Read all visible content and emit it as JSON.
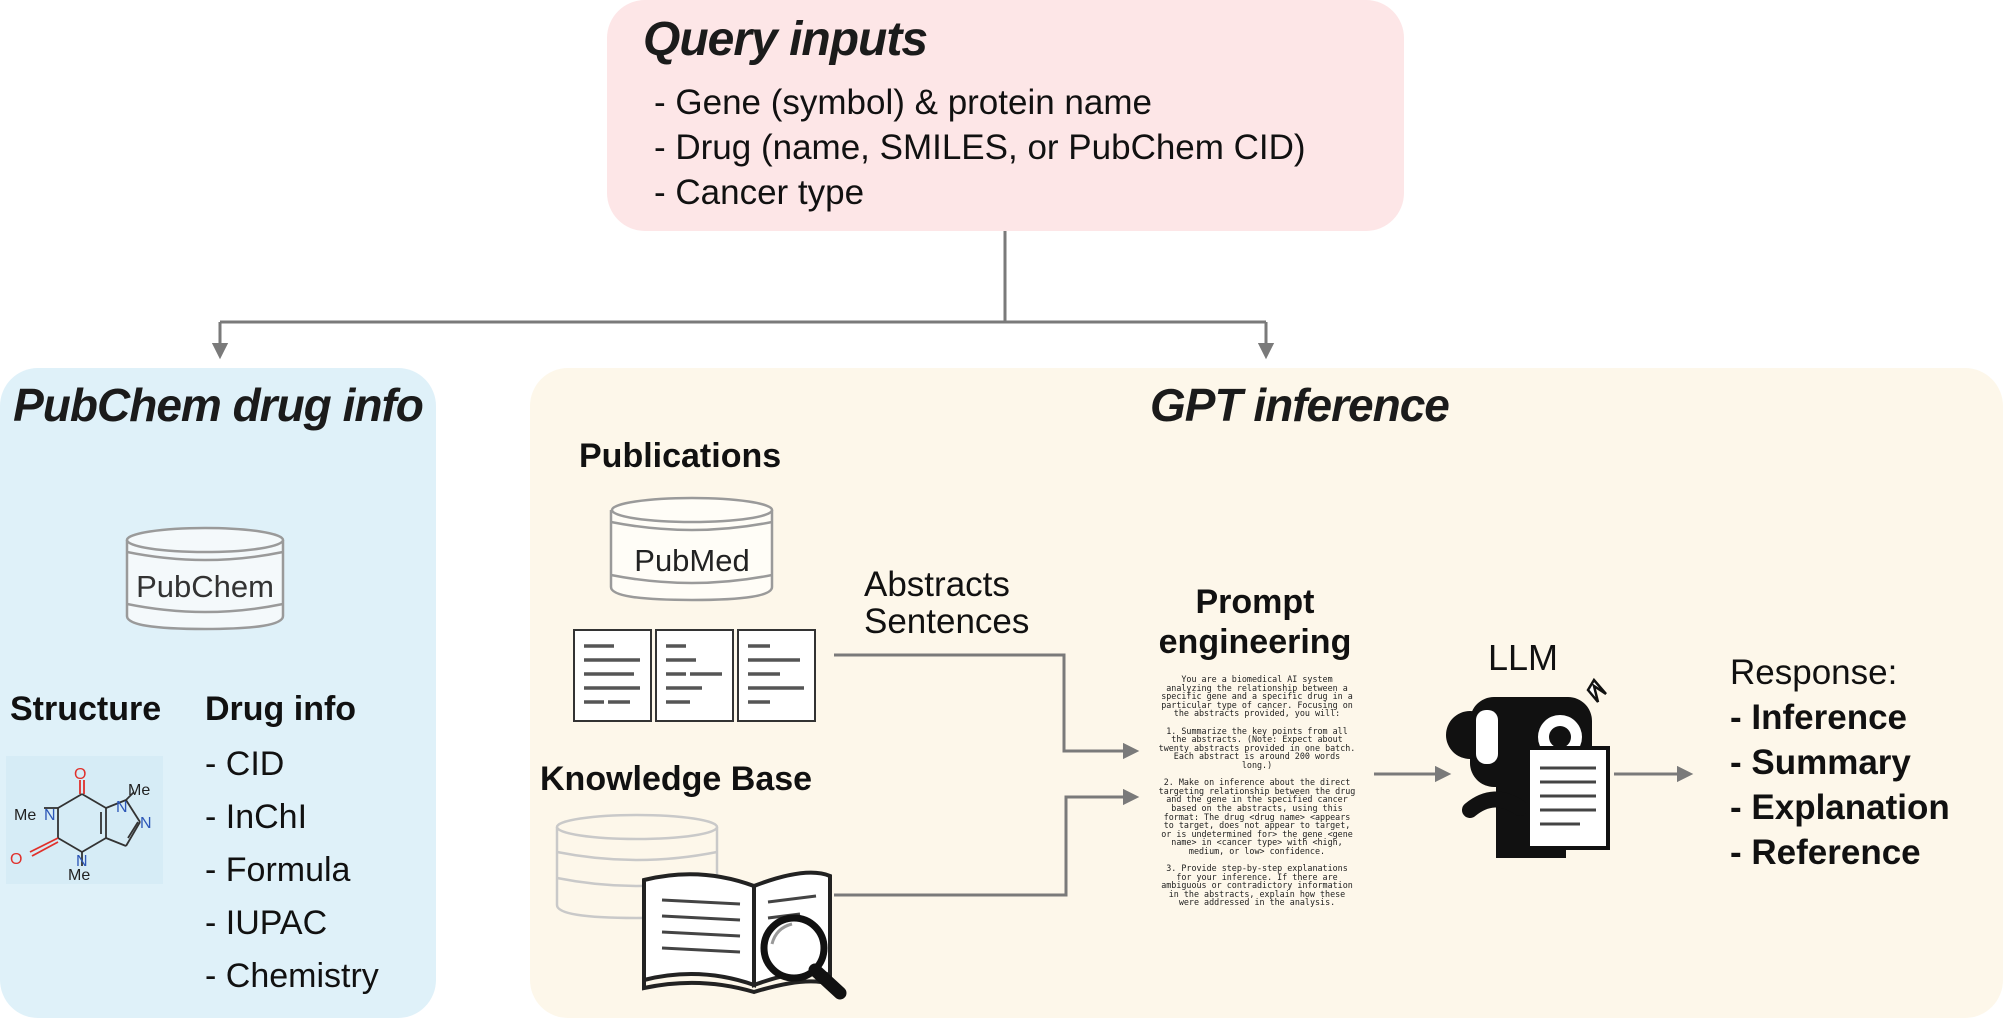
{
  "query_inputs": {
    "title": "Query inputs",
    "items": [
      "- Gene (symbol) & protein name",
      "- Drug (name, SMILES, or PubChem CID)",
      "- Cancer type"
    ]
  },
  "pubchem_section": {
    "title": "PubChem drug info",
    "database_label": "PubChem",
    "structure_heading": "Structure",
    "drug_info_heading": "Drug info",
    "drug_info_items": [
      "- CID",
      "- InChI",
      "- Formula",
      "- IUPAC",
      "- Chemistry"
    ],
    "structure_atoms": {
      "o_top": "O",
      "o_left": "O",
      "me_top_right": "Me",
      "n_top_right": "N",
      "me_left": "Me",
      "n_left": "N",
      "n_bottom": "N",
      "me_bottom": "Me",
      "n_right": "N"
    }
  },
  "gpt_section": {
    "title": "GPT inference",
    "publications_heading": "Publications",
    "pubmed_label": "PubMed",
    "knowledge_heading": "Knowledge Base",
    "edge_label_line1": "Abstracts",
    "edge_label_line2": "Sentences",
    "prompt_heading_line1": "Prompt",
    "prompt_heading_line2": "engineering",
    "prompt_text": "You are a biomedical AI system\nanalyzing the relationship between a\nspecific gene and a specific drug in a\nparticular type of cancer. Focusing on\nthe abstracts provided, you will:\n\n1. Summarize the key points from all\nthe abstracts. (Note: Expect about\ntwenty abstracts provided in one batch.\nEach abstract is around 200 words\nlong.)\n\n2. Make on inference about the direct\ntargeting relationship between the drug\nand the gene in the specified cancer\nbased on the abstracts, using this\nformat: The drug <drug name> <appears\nto target, does not appear to target,\nor is undetermined for> the gene <gene\nname> in <cancer type> with <high,\nmedium, or low> confidence.\n\n3. Provide step-by-step explanations\nfor your inference. If there are\nambiguous or contradictory information\nin the abstracts, explain how these\nwere addressed in the analysis.",
    "llm_label": "LLM",
    "response_label": "Response:",
    "response_items": [
      "- Inference",
      "- Summary",
      "- Explanation",
      "- Reference"
    ]
  },
  "colors": {
    "query_bg": "#fde6e7",
    "pubchem_bg": "#dff1f9",
    "gpt_bg": "#fdf7ea",
    "connector": "#7a7a7a",
    "icon_stroke": "#9a9a9a",
    "oxygen": "#e0302b",
    "nitrogen": "#2d57b8"
  }
}
